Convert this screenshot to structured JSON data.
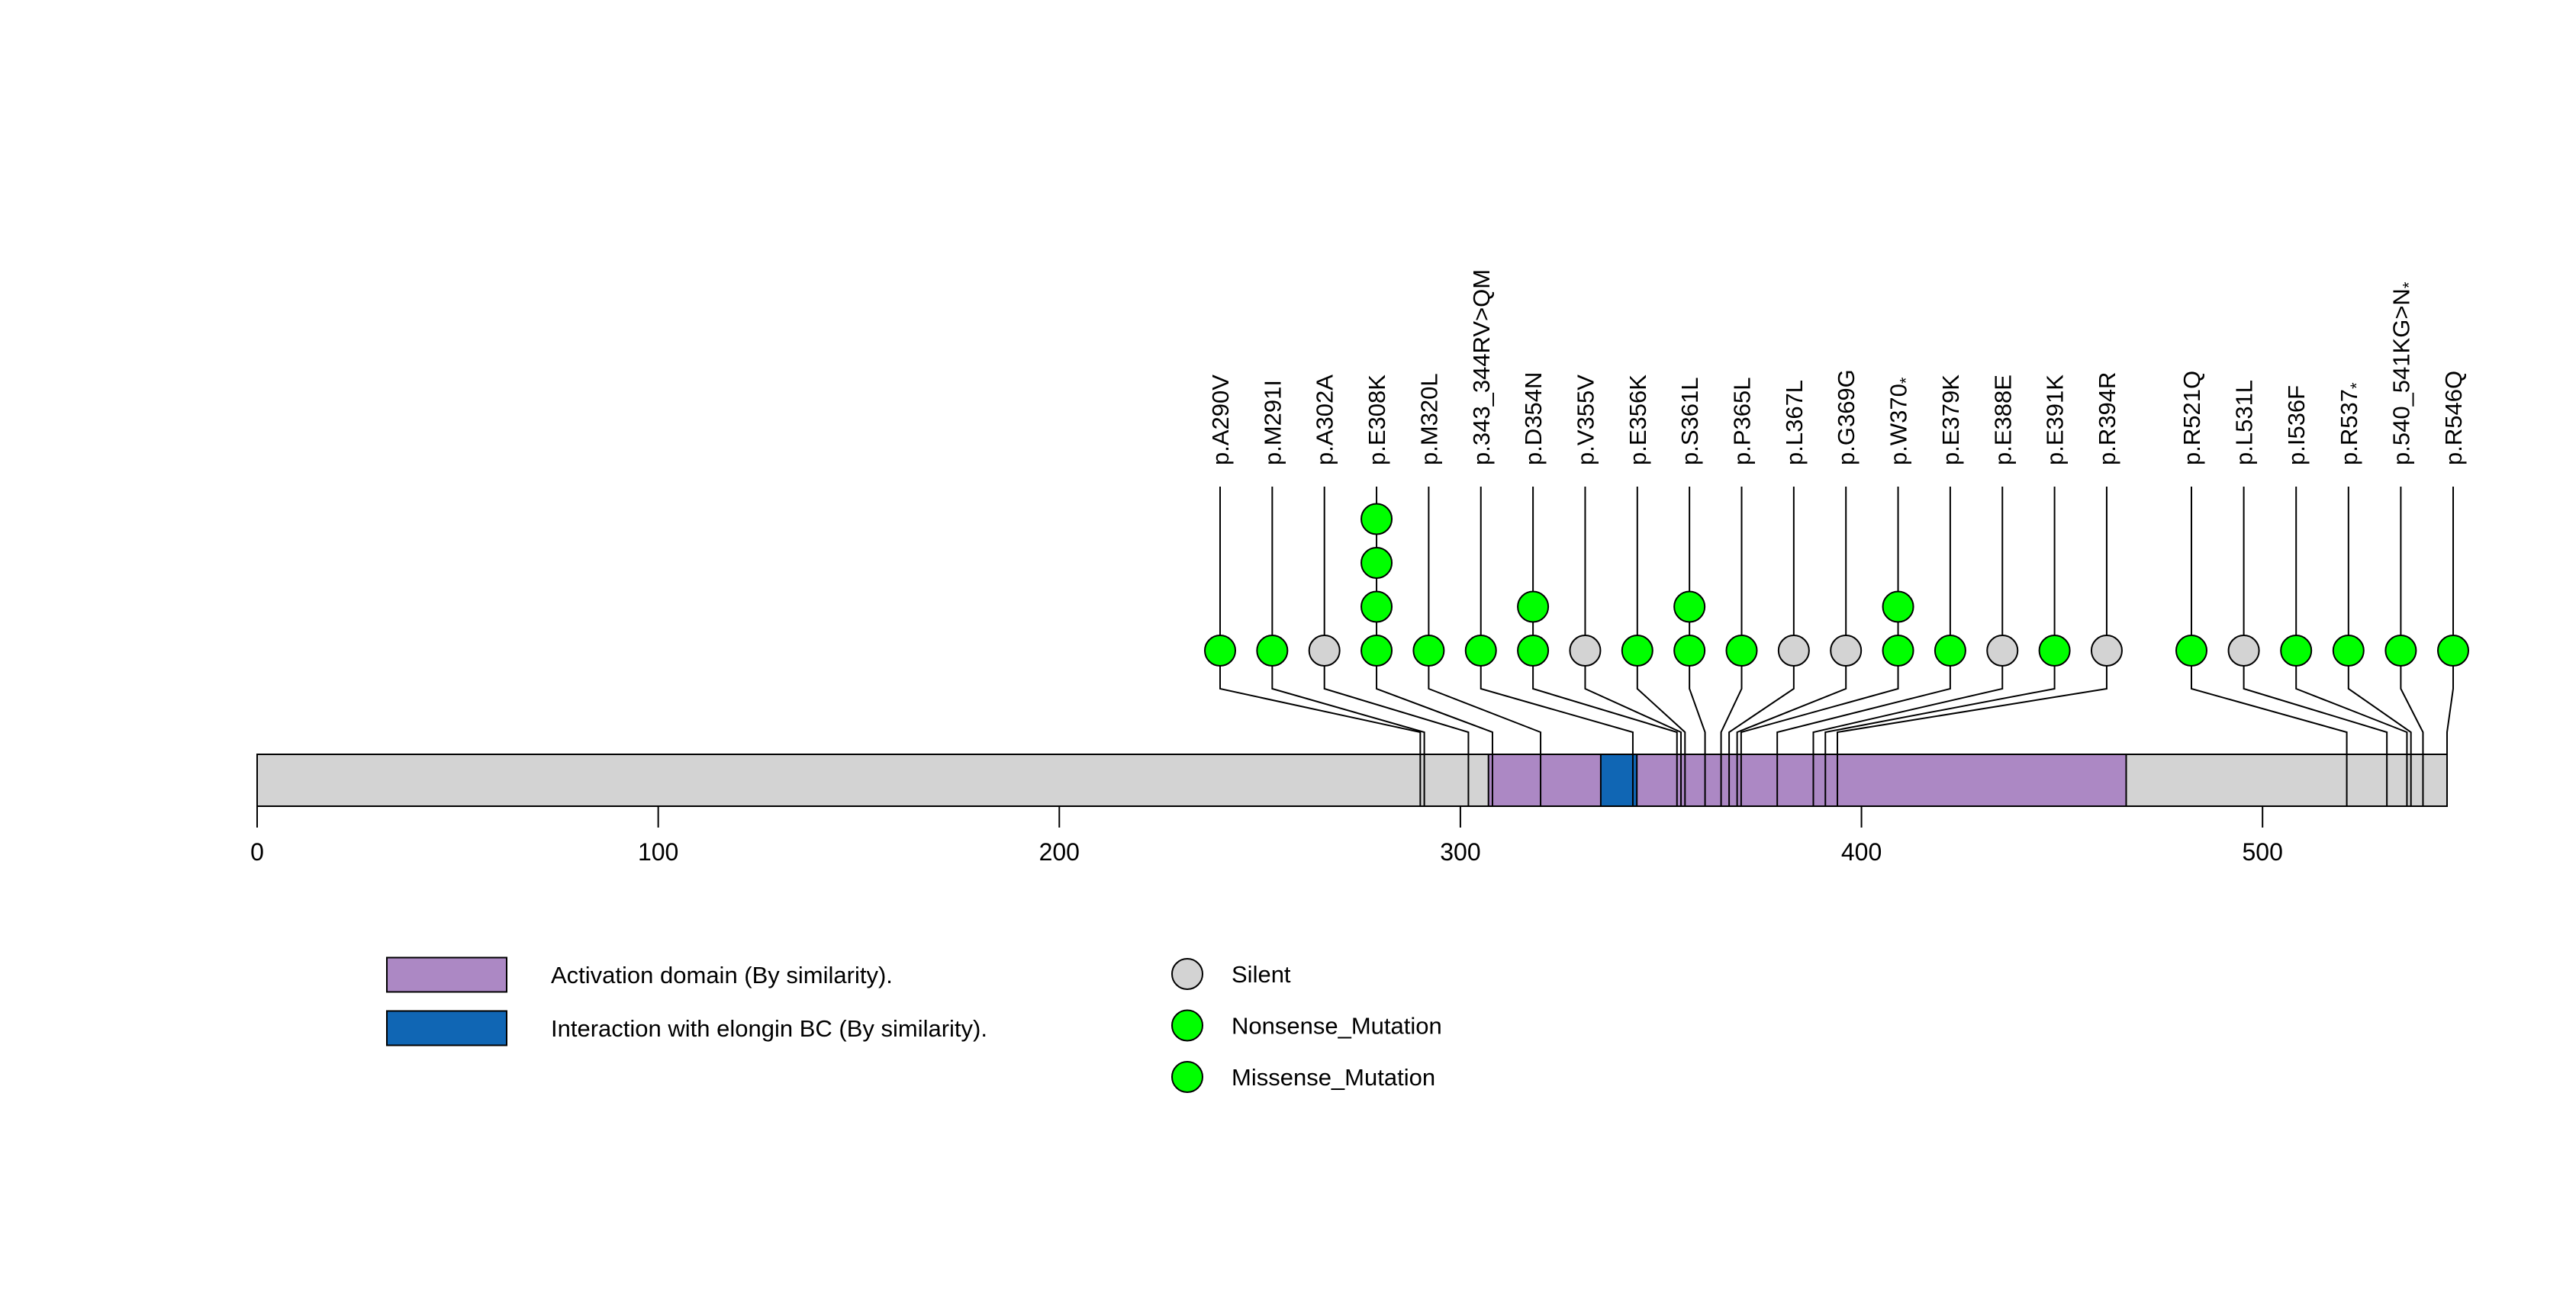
{
  "chart_data": {
    "type": "lollipop",
    "title": "",
    "protein_length": 546,
    "axis": {
      "ticks": [
        0,
        100,
        200,
        300,
        400,
        500
      ],
      "xlim": [
        0,
        546
      ],
      "grid": false
    },
    "bar_color": "#d3d3d3",
    "domains": [
      {
        "name": "Activation domain (By similarity).",
        "start": 307,
        "end": 466,
        "color": "#ac88c4"
      },
      {
        "name": "Interaction with elongin BC (By similarity).",
        "start": 335,
        "end": 344,
        "color": "#1066b4"
      }
    ],
    "mutation_type_colors": {
      "Silent": "#d3d3d3",
      "Nonsense_Mutation": "#00ff00",
      "Missense_Mutation": "#00ff00"
    },
    "mutations": [
      {
        "label": "p.A290V",
        "pos": 290,
        "count": 1,
        "type": "Missense_Mutation"
      },
      {
        "label": "p.M291I",
        "pos": 291,
        "count": 1,
        "type": "Missense_Mutation"
      },
      {
        "label": "p.A302A",
        "pos": 302,
        "count": 1,
        "type": "Silent"
      },
      {
        "label": "p.E308K",
        "pos": 308,
        "count": 4,
        "type": "Missense_Mutation"
      },
      {
        "label": "p.M320L",
        "pos": 320,
        "count": 1,
        "type": "Missense_Mutation"
      },
      {
        "label": "p.343_344RV>QM",
        "pos": 343,
        "count": 1,
        "type": "Missense_Mutation"
      },
      {
        "label": "p.D354N",
        "pos": 354,
        "count": 2,
        "type": "Missense_Mutation"
      },
      {
        "label": "p.V355V",
        "pos": 355,
        "count": 1,
        "type": "Silent"
      },
      {
        "label": "p.E356K",
        "pos": 356,
        "count": 1,
        "type": "Missense_Mutation"
      },
      {
        "label": "p.S361L",
        "pos": 361,
        "count": 2,
        "type": "Missense_Mutation"
      },
      {
        "label": "p.P365L",
        "pos": 365,
        "count": 1,
        "type": "Missense_Mutation"
      },
      {
        "label": "p.L367L",
        "pos": 367,
        "count": 1,
        "type": "Silent"
      },
      {
        "label": "p.G369G",
        "pos": 369,
        "count": 1,
        "type": "Silent"
      },
      {
        "label": "p.W370*",
        "pos": 370,
        "count": 2,
        "type": "Nonsense_Mutation"
      },
      {
        "label": "p.E379K",
        "pos": 379,
        "count": 1,
        "type": "Missense_Mutation"
      },
      {
        "label": "p.E388E",
        "pos": 388,
        "count": 1,
        "type": "Silent"
      },
      {
        "label": "p.E391K",
        "pos": 391,
        "count": 1,
        "type": "Missense_Mutation"
      },
      {
        "label": "p.R394R",
        "pos": 394,
        "count": 1,
        "type": "Silent"
      },
      {
        "label": "p.R521Q",
        "pos": 521,
        "count": 1,
        "type": "Missense_Mutation"
      },
      {
        "label": "p.L531L",
        "pos": 531,
        "count": 1,
        "type": "Silent"
      },
      {
        "label": "p.I536F",
        "pos": 536,
        "count": 1,
        "type": "Missense_Mutation"
      },
      {
        "label": "p.R537*",
        "pos": 537,
        "count": 1,
        "type": "Nonsense_Mutation"
      },
      {
        "label": "p.540_541KG>N*",
        "pos": 540,
        "count": 1,
        "type": "Nonsense_Mutation"
      },
      {
        "label": "p.R546Q",
        "pos": 546,
        "count": 1,
        "type": "Missense_Mutation"
      }
    ]
  },
  "legend": {
    "domain_items": [
      {
        "label": "Activation domain (By similarity).",
        "color": "#ac88c4"
      },
      {
        "label": "Interaction with elongin BC (By similarity).",
        "color": "#1066b4"
      }
    ],
    "mutation_type_items": [
      {
        "label": "Silent",
        "color": "#d3d3d3"
      },
      {
        "label": "Nonsense_Mutation",
        "color": "#00ff00"
      },
      {
        "label": "Missense_Mutation",
        "color": "#00ff00"
      }
    ]
  }
}
